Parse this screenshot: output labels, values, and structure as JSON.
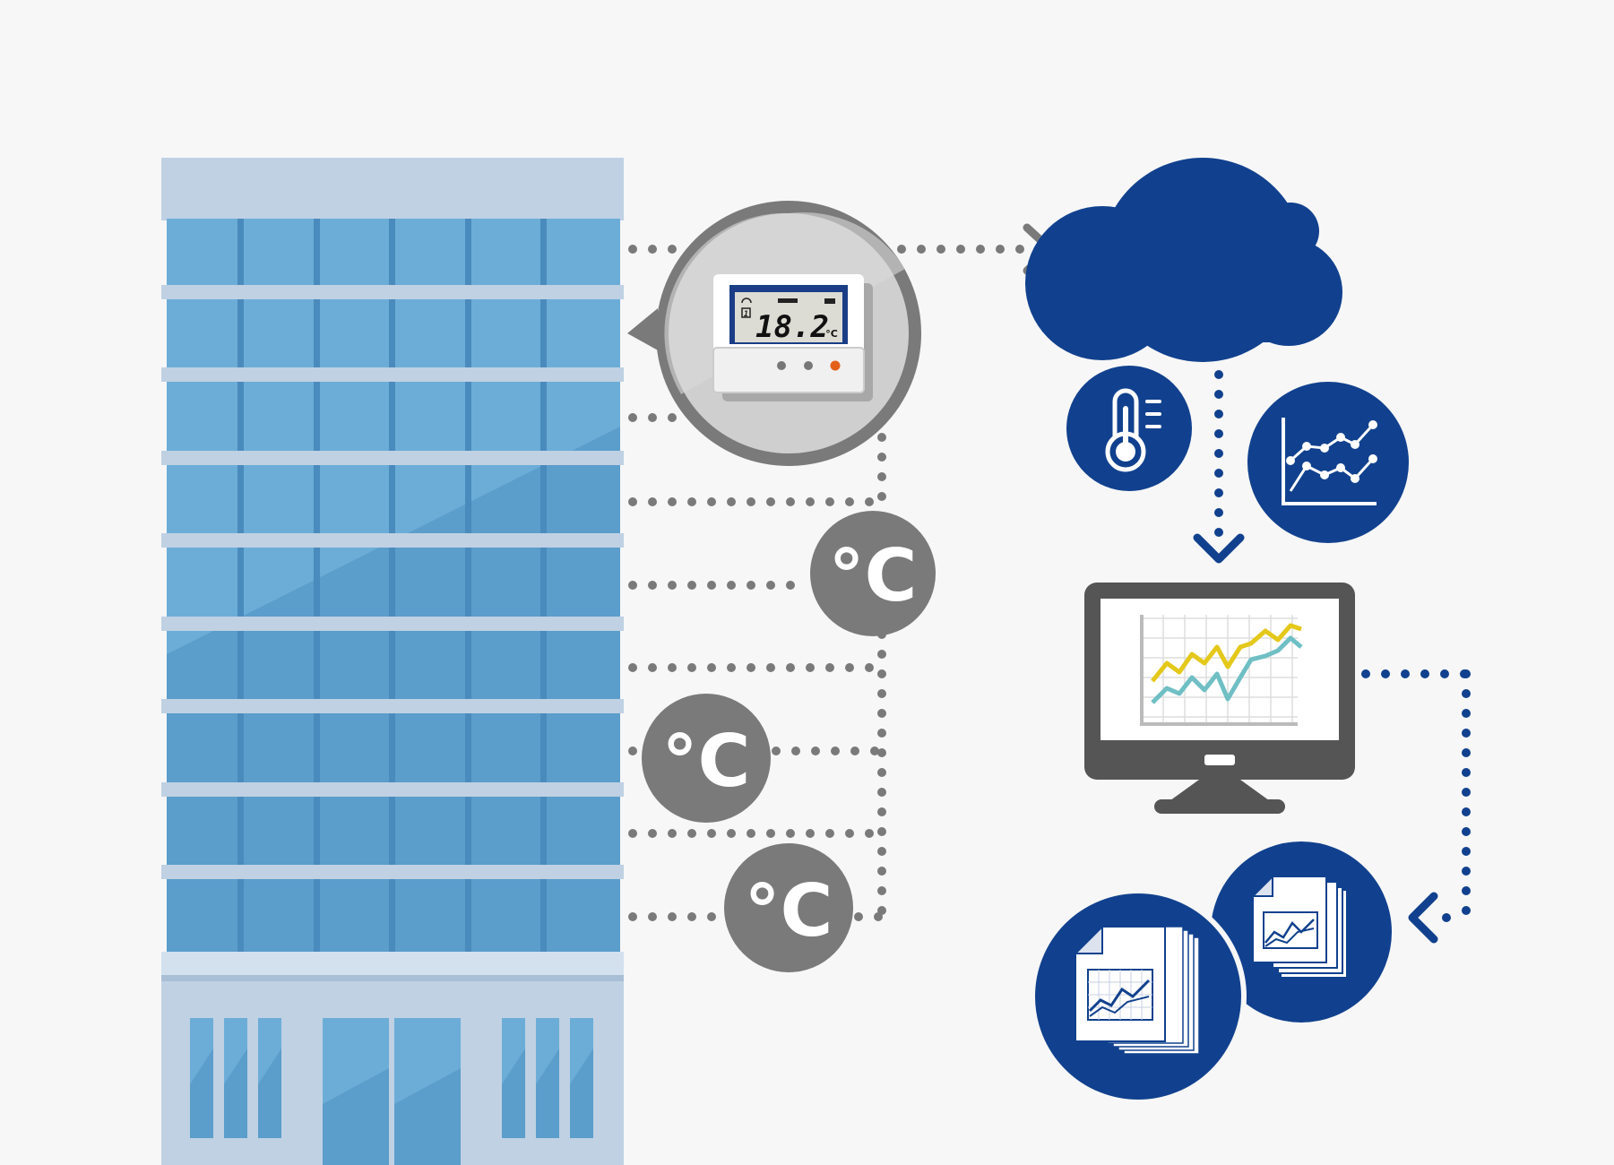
{
  "sensor": {
    "reading": "18.2",
    "unit": "°C",
    "channel": "1"
  },
  "temperature_nodes": [
    {
      "label": "°C"
    },
    {
      "label": "°C"
    },
    {
      "label": "°C"
    }
  ],
  "colors": {
    "building_glass": "#5b9dcb",
    "building_frame": "#bfd1e3",
    "connector_gray": "#7a7a7a",
    "cloud_navy": "#11418e",
    "monitor_dark": "#555555",
    "chart_line_yellow": "#e4c81a",
    "chart_line_teal": "#6fbfc4",
    "status_led_orange": "#e4601a",
    "background": "#f7f7f7"
  },
  "icons": {
    "cloud": "cloud-icon",
    "thermometer": "thermometer-icon",
    "graph": "line-graph-icon",
    "monitor": "monitor-icon",
    "report": "report-documents-icon"
  }
}
